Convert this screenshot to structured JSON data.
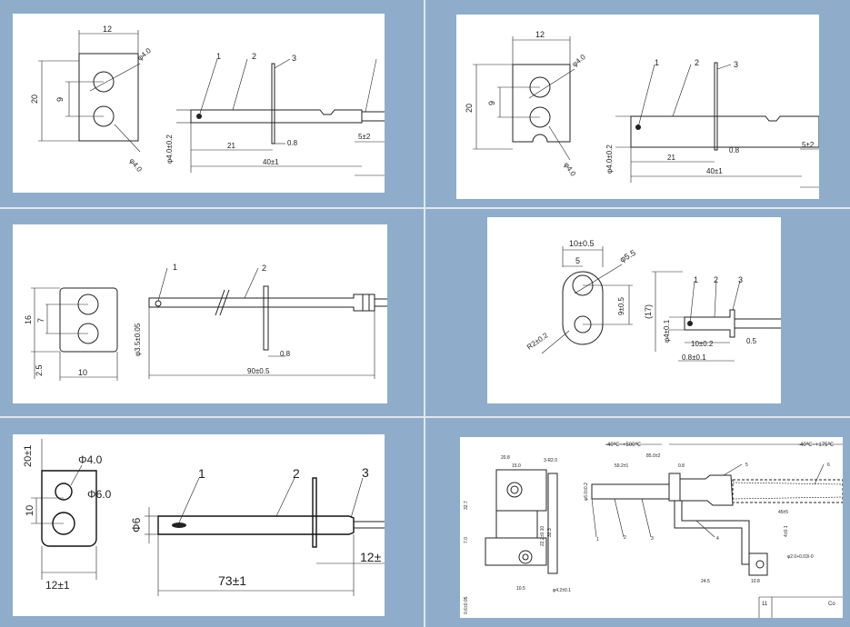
{
  "panels": [
    {
      "id": "tl",
      "face": {
        "width": "12",
        "height": "20",
        "pitch": "9",
        "hole_top": "φ4.0",
        "hole_bottom": "φ4.0"
      },
      "probe": {
        "diameter": "φ4.0±0.2",
        "pos": "21",
        "thk": "0.8",
        "length": "40±1",
        "tail": "5±2"
      },
      "callouts": [
        "1",
        "2",
        "3"
      ]
    },
    {
      "id": "tr",
      "face": {
        "width": "12",
        "height": "20",
        "pitch": "9",
        "hole_top": "φ4.0",
        "hole_bottom": "φ4.0"
      },
      "probe": {
        "diameter": "φ4.0±0.2",
        "pos": "21",
        "thk": "0.8",
        "length": "40±1",
        "tail": "5±2"
      },
      "callouts": [
        "1",
        "2",
        "3"
      ]
    },
    {
      "id": "ml",
      "face": {
        "width": "10",
        "height": "16",
        "pitch": "7",
        "bottom": "2.5"
      },
      "probe": {
        "diameter": "φ3.5±0.05",
        "thk": "0.8",
        "length": "90±0.5"
      },
      "callouts": [
        "1",
        "2"
      ]
    },
    {
      "id": "mr",
      "face": {
        "width": "10±0.5",
        "offset": "5",
        "hole": "φ5.5",
        "pitch": "9±0.5",
        "radius": "R2±0.2"
      },
      "probe": {
        "overall": "(17)",
        "diameter": "φ4±0.1",
        "len": "10±0.2",
        "thk": "0.5",
        "flange": "0.8±0.1"
      },
      "callouts": [
        "1",
        "2",
        "3"
      ]
    },
    {
      "id": "bl",
      "face": {
        "top": "20±1",
        "hole_top": "Φ4.0",
        "hole_bottom": "Φ6.0",
        "pitch": "10",
        "width": "12±1"
      },
      "probe": {
        "diameter": "Φ6",
        "length": "73±1",
        "tail": "12±"
      },
      "callouts": [
        "1",
        "2",
        "3"
      ]
    },
    {
      "id": "br",
      "top_labels": [
        "-40℃~+500℃",
        "-40℃~+175℃"
      ],
      "dims": [
        "20.8",
        "15.0",
        "3-R2.0",
        "85.0±2",
        "59.2±1",
        "0.8",
        "32.7",
        "22.2±0.10",
        "32.3",
        "7.0",
        "0.6±0.05",
        "10.5",
        "φ4.2±0.1",
        "φ6.0±0.2",
        "45±5",
        "24.5",
        "10.8",
        "4±0.1",
        "φ2.0+0.03/-0"
      ],
      "callouts": [
        "1",
        "2",
        "3",
        "4",
        "5",
        "6"
      ],
      "table": [
        "11",
        "Co"
      ]
    }
  ]
}
